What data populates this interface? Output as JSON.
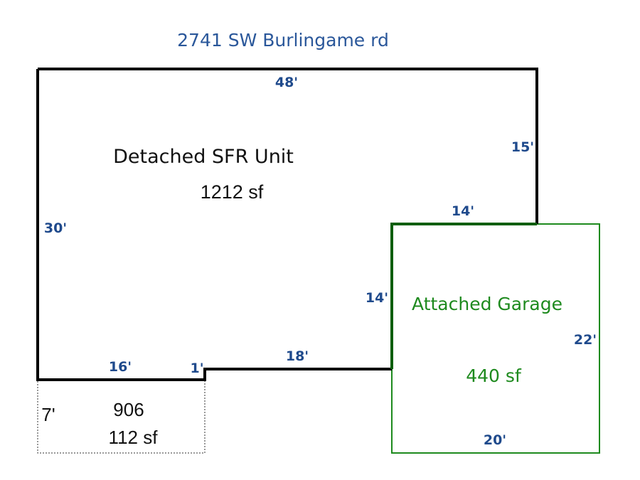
{
  "title": "2741 SW Burlingame rd",
  "colors": {
    "outline": "#000000",
    "garage_outline": "#1e8a1e",
    "garage_thick": "#0b5e0b",
    "dimension": "#1f4a8c",
    "title": "#2a579a"
  },
  "main_unit": {
    "label": "Detached SFR Unit",
    "area": "1212 sf",
    "dimensions": {
      "top": "48'",
      "right": "15'",
      "notch_top": "14'",
      "notch_side": "14'",
      "left": "30'",
      "bottom_left": "16'",
      "step": "1'",
      "bottom_right": "18'"
    }
  },
  "garage": {
    "label": "Attached Garage",
    "area": "440 sf",
    "dimensions": {
      "right": "22'",
      "bottom": "20'"
    }
  },
  "addition": {
    "label": "906",
    "area": "112 sf",
    "dimensions": {
      "left": "7'"
    }
  }
}
